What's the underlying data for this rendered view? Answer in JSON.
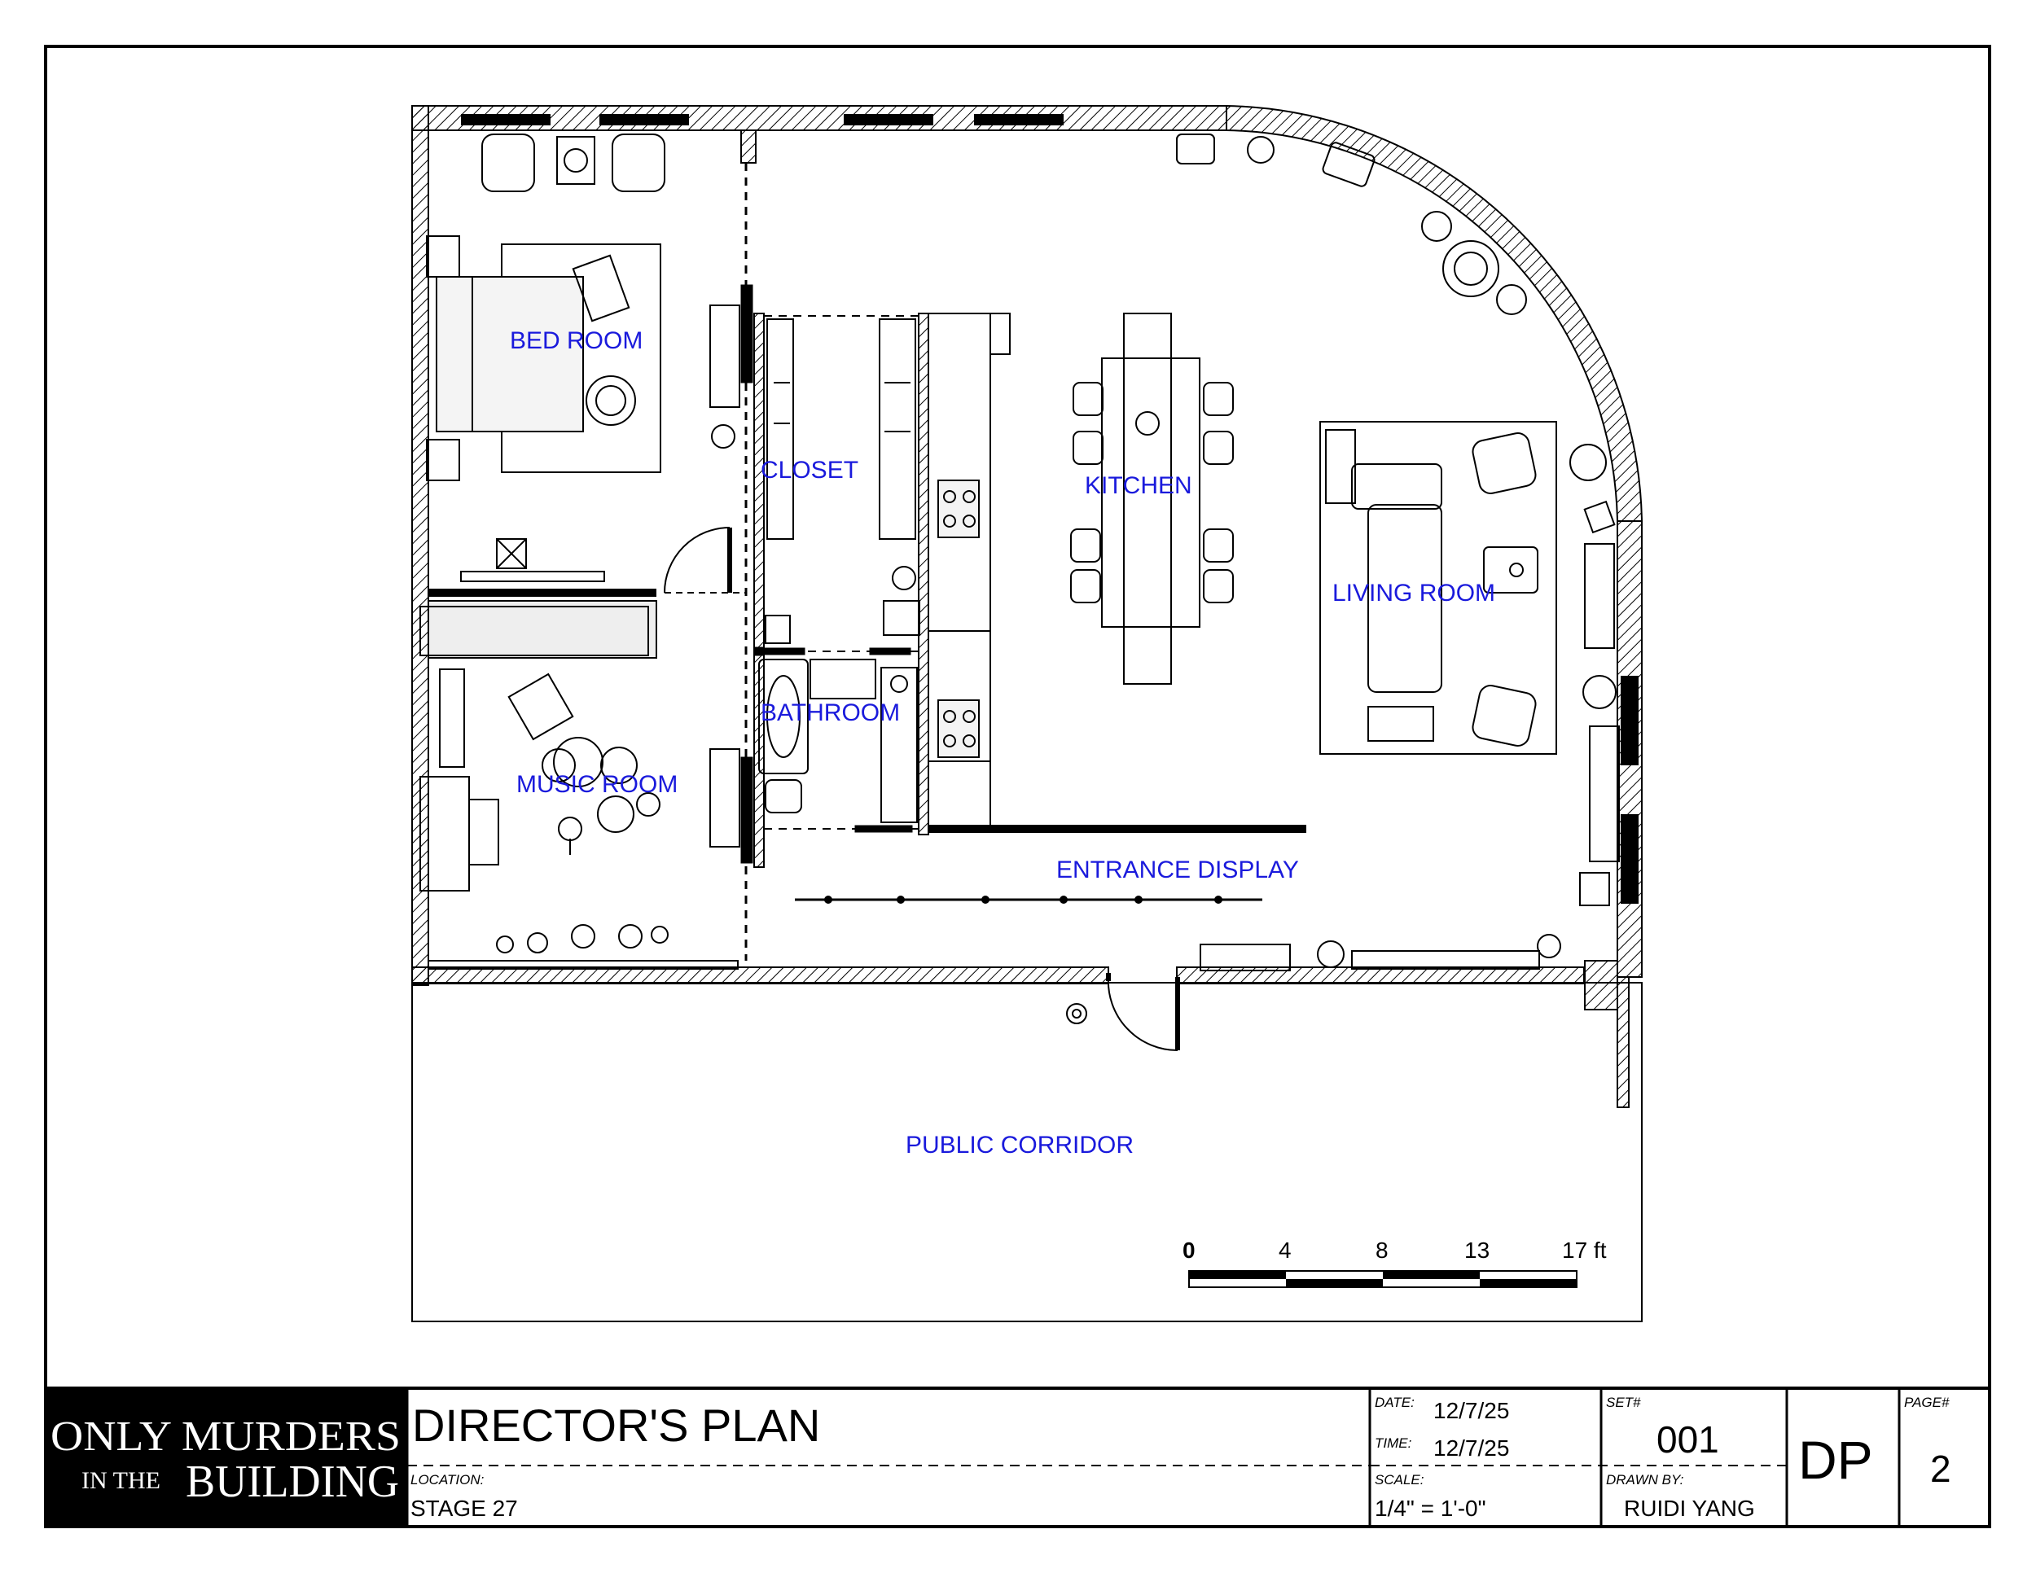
{
  "rooms": {
    "bedroom": "BED ROOM",
    "closet": "CLOSET",
    "kitchen": "KITCHEN",
    "living_room": "LIVING ROOM",
    "bathroom": "BATHROOM",
    "music_room": "MUSIC ROOM",
    "entrance_display": "ENTRANCE DISPLAY",
    "public_corridor": "PUBLIC CORRIDOR"
  },
  "scale_bar": {
    "ticks": [
      "0",
      "4",
      "8",
      "13",
      "17 ft"
    ]
  },
  "title_block": {
    "logo": {
      "line1": "ONLY MURDERS",
      "line2_small": "IN THE",
      "line2_large": "BUILDING"
    },
    "title": "DIRECTOR'S PLAN",
    "location_label": "LOCATION:",
    "location": "STAGE 27",
    "date_label": "DATE:",
    "date": "12/7/25",
    "time_label": "TIME:",
    "time": "12/7/25",
    "scale_label": "SCALE:",
    "scale": "1/4\" = 1'-0\"",
    "set_label": "SET#",
    "set": "001",
    "drawn_by_label": "DRAWN BY:",
    "drawn_by": "RUIDI YANG",
    "code": "DP",
    "page_label": "PAGE#",
    "page": "2"
  },
  "colors": {
    "label_blue": "#1a1adc",
    "line": "#000000",
    "logo_bg": "#000000"
  }
}
